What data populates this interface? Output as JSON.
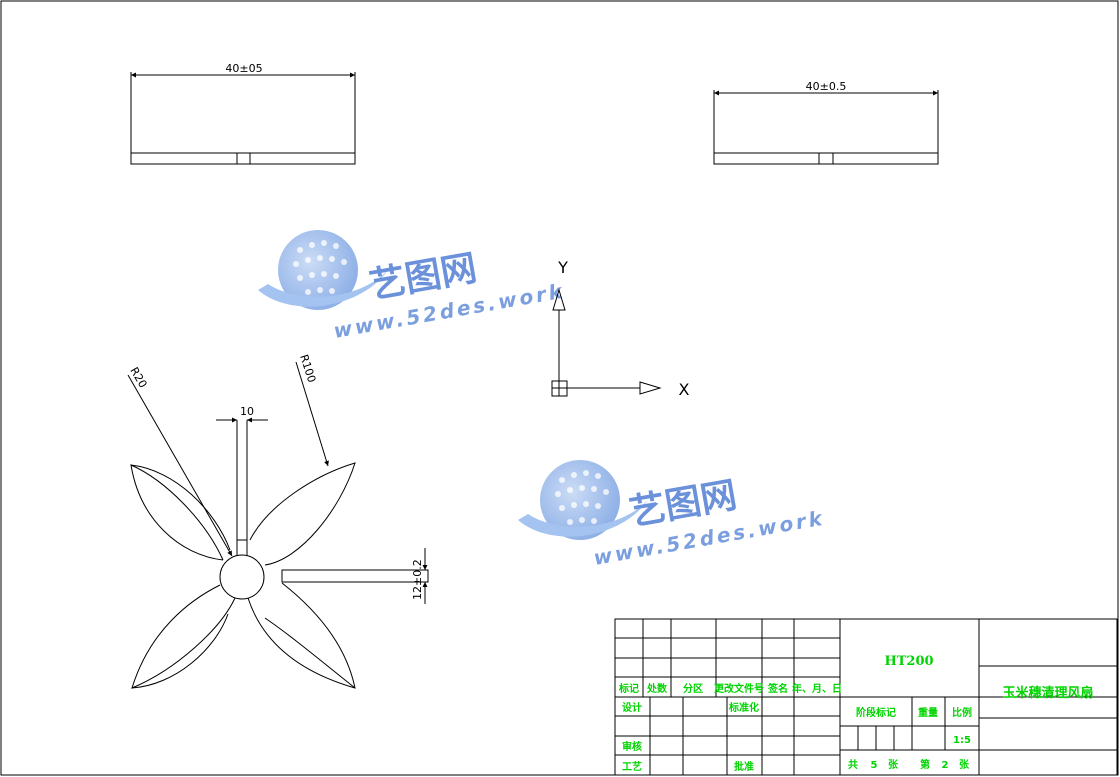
{
  "drawing": {
    "top_left_view": {
      "dimension": "40±05"
    },
    "top_right_view": {
      "dimension": "40±0.5"
    },
    "front_view": {
      "slot_width": "10",
      "hub_radius": "R20",
      "blade_radius": "R100",
      "blade_thickness": "12±0.2"
    },
    "ucs": {
      "x_label": "X",
      "y_label": "Y"
    }
  },
  "watermark": {
    "brand_cn": "艺图网",
    "url": "www.52des.work",
    "color": "#5b86d6"
  },
  "title_block": {
    "material": "HT200",
    "part_name": "玉米穗清理风扇",
    "revision_headers": [
      "标记",
      "处数",
      "分区",
      "更改文件号",
      "签名",
      "年、月、日"
    ],
    "row_labels": {
      "design": "设计",
      "standardize": "标准化",
      "review": "审核",
      "process": "工艺",
      "approve": "批准"
    },
    "stage_label": "阶段标记",
    "weight_label": "重量",
    "scale_label": "比例",
    "scale_value": "1:5",
    "sheets_total_prefix": "共",
    "sheets_total": "5",
    "sheets_unit1": "张",
    "sheet_no_prefix": "第",
    "sheet_no": "2",
    "sheets_unit2": "张",
    "text_color": "#00d400"
  }
}
